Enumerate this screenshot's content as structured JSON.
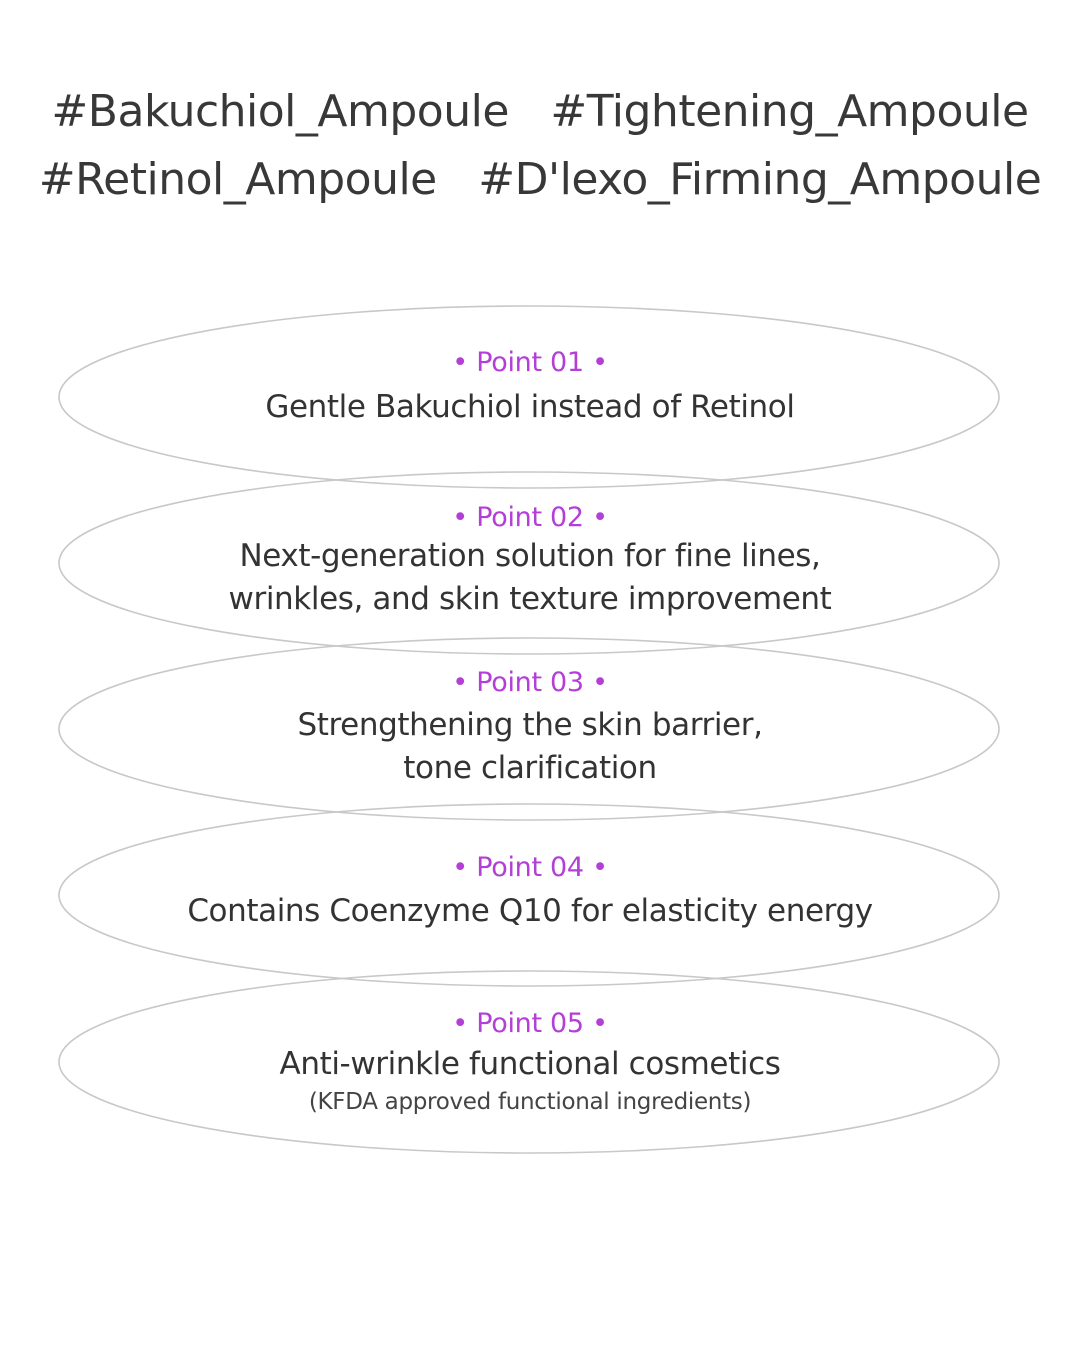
{
  "hashtags": {
    "row1": [
      "#Bakuchiol_Ampoule",
      "#Tightening_Ampoule"
    ],
    "row2": [
      "#Retinol_Ampoule",
      "#D'lexo_Firming_Ampoule"
    ]
  },
  "points": [
    {
      "label": "• Point 01 •",
      "lines": [
        "Gentle Bakuchiol instead of Retinol"
      ]
    },
    {
      "label": "• Point 02 •",
      "lines": [
        "Next-generation solution for fine lines,",
        "wrinkles, and skin texture improvement"
      ]
    },
    {
      "label": "• Point 03 •",
      "lines": [
        "Strengthening the skin barrier,",
        "tone clarification"
      ]
    },
    {
      "label": "• Point 04 •",
      "lines": [
        "Contains Coenzyme Q10 for elasticity energy"
      ]
    },
    {
      "label": "• Point 05 •",
      "lines": [
        "Anti-wrinkle functional cosmetics"
      ],
      "note": "(KFDA approved functional ingredients)"
    }
  ],
  "colors": {
    "accent": "#b33fd6",
    "text": "#333333",
    "outline": "#c8c8c8"
  }
}
